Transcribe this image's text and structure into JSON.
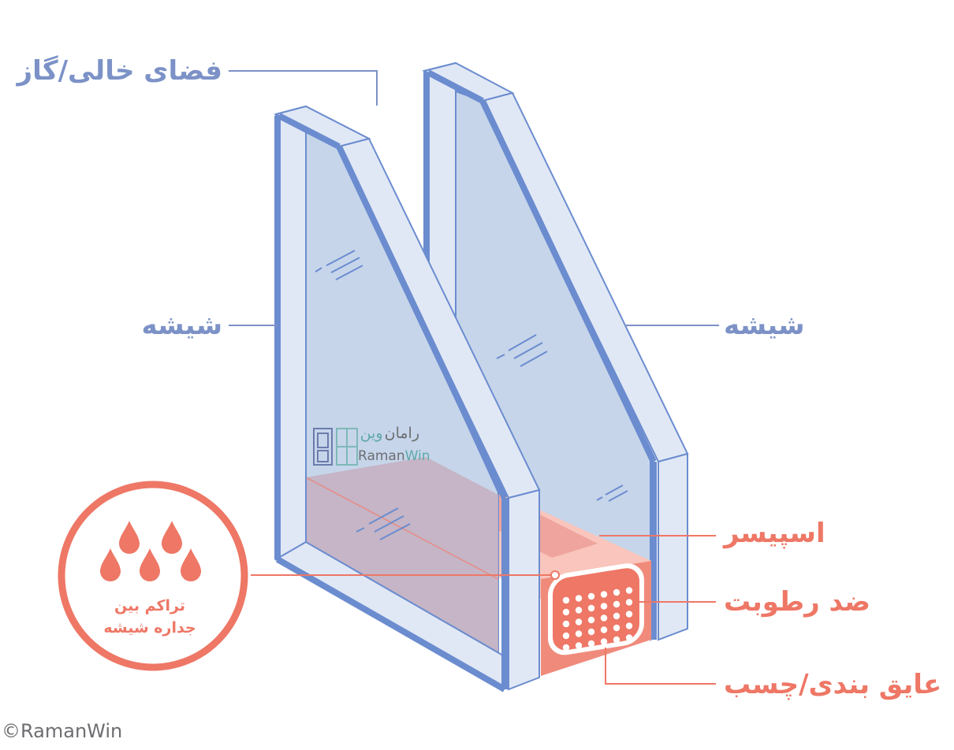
{
  "colors": {
    "blue_label": "#7c92c7",
    "red_label": "#ee7766",
    "glass_frame": "#6b8ccf",
    "glass_fill": "#c6d5ea",
    "glass_edge": "#e1e8f5",
    "spacer": "#f7b4aa",
    "spacer_dark": "#f08b7b",
    "condensation": "#c4b1c2"
  },
  "labels": {
    "gas_space": "فضای خالی/گاز",
    "glass_left": "شیشه",
    "glass_right": "شیشه",
    "spacer": "اسپیسر",
    "desiccant": "ضد رطوبت",
    "sealant": "عایق بندی/چسب"
  },
  "condensation_badge": {
    "line1": "تراکم بین",
    "line2": "جداره شیشه",
    "icon": "water-drops-icon"
  },
  "logo": {
    "fa_part1": "رامان",
    "fa_part2": "وین",
    "en_part1": "Raman",
    "en_part2": "Win",
    "icon": "window-door-icon"
  },
  "copyright": "©RamanWin"
}
